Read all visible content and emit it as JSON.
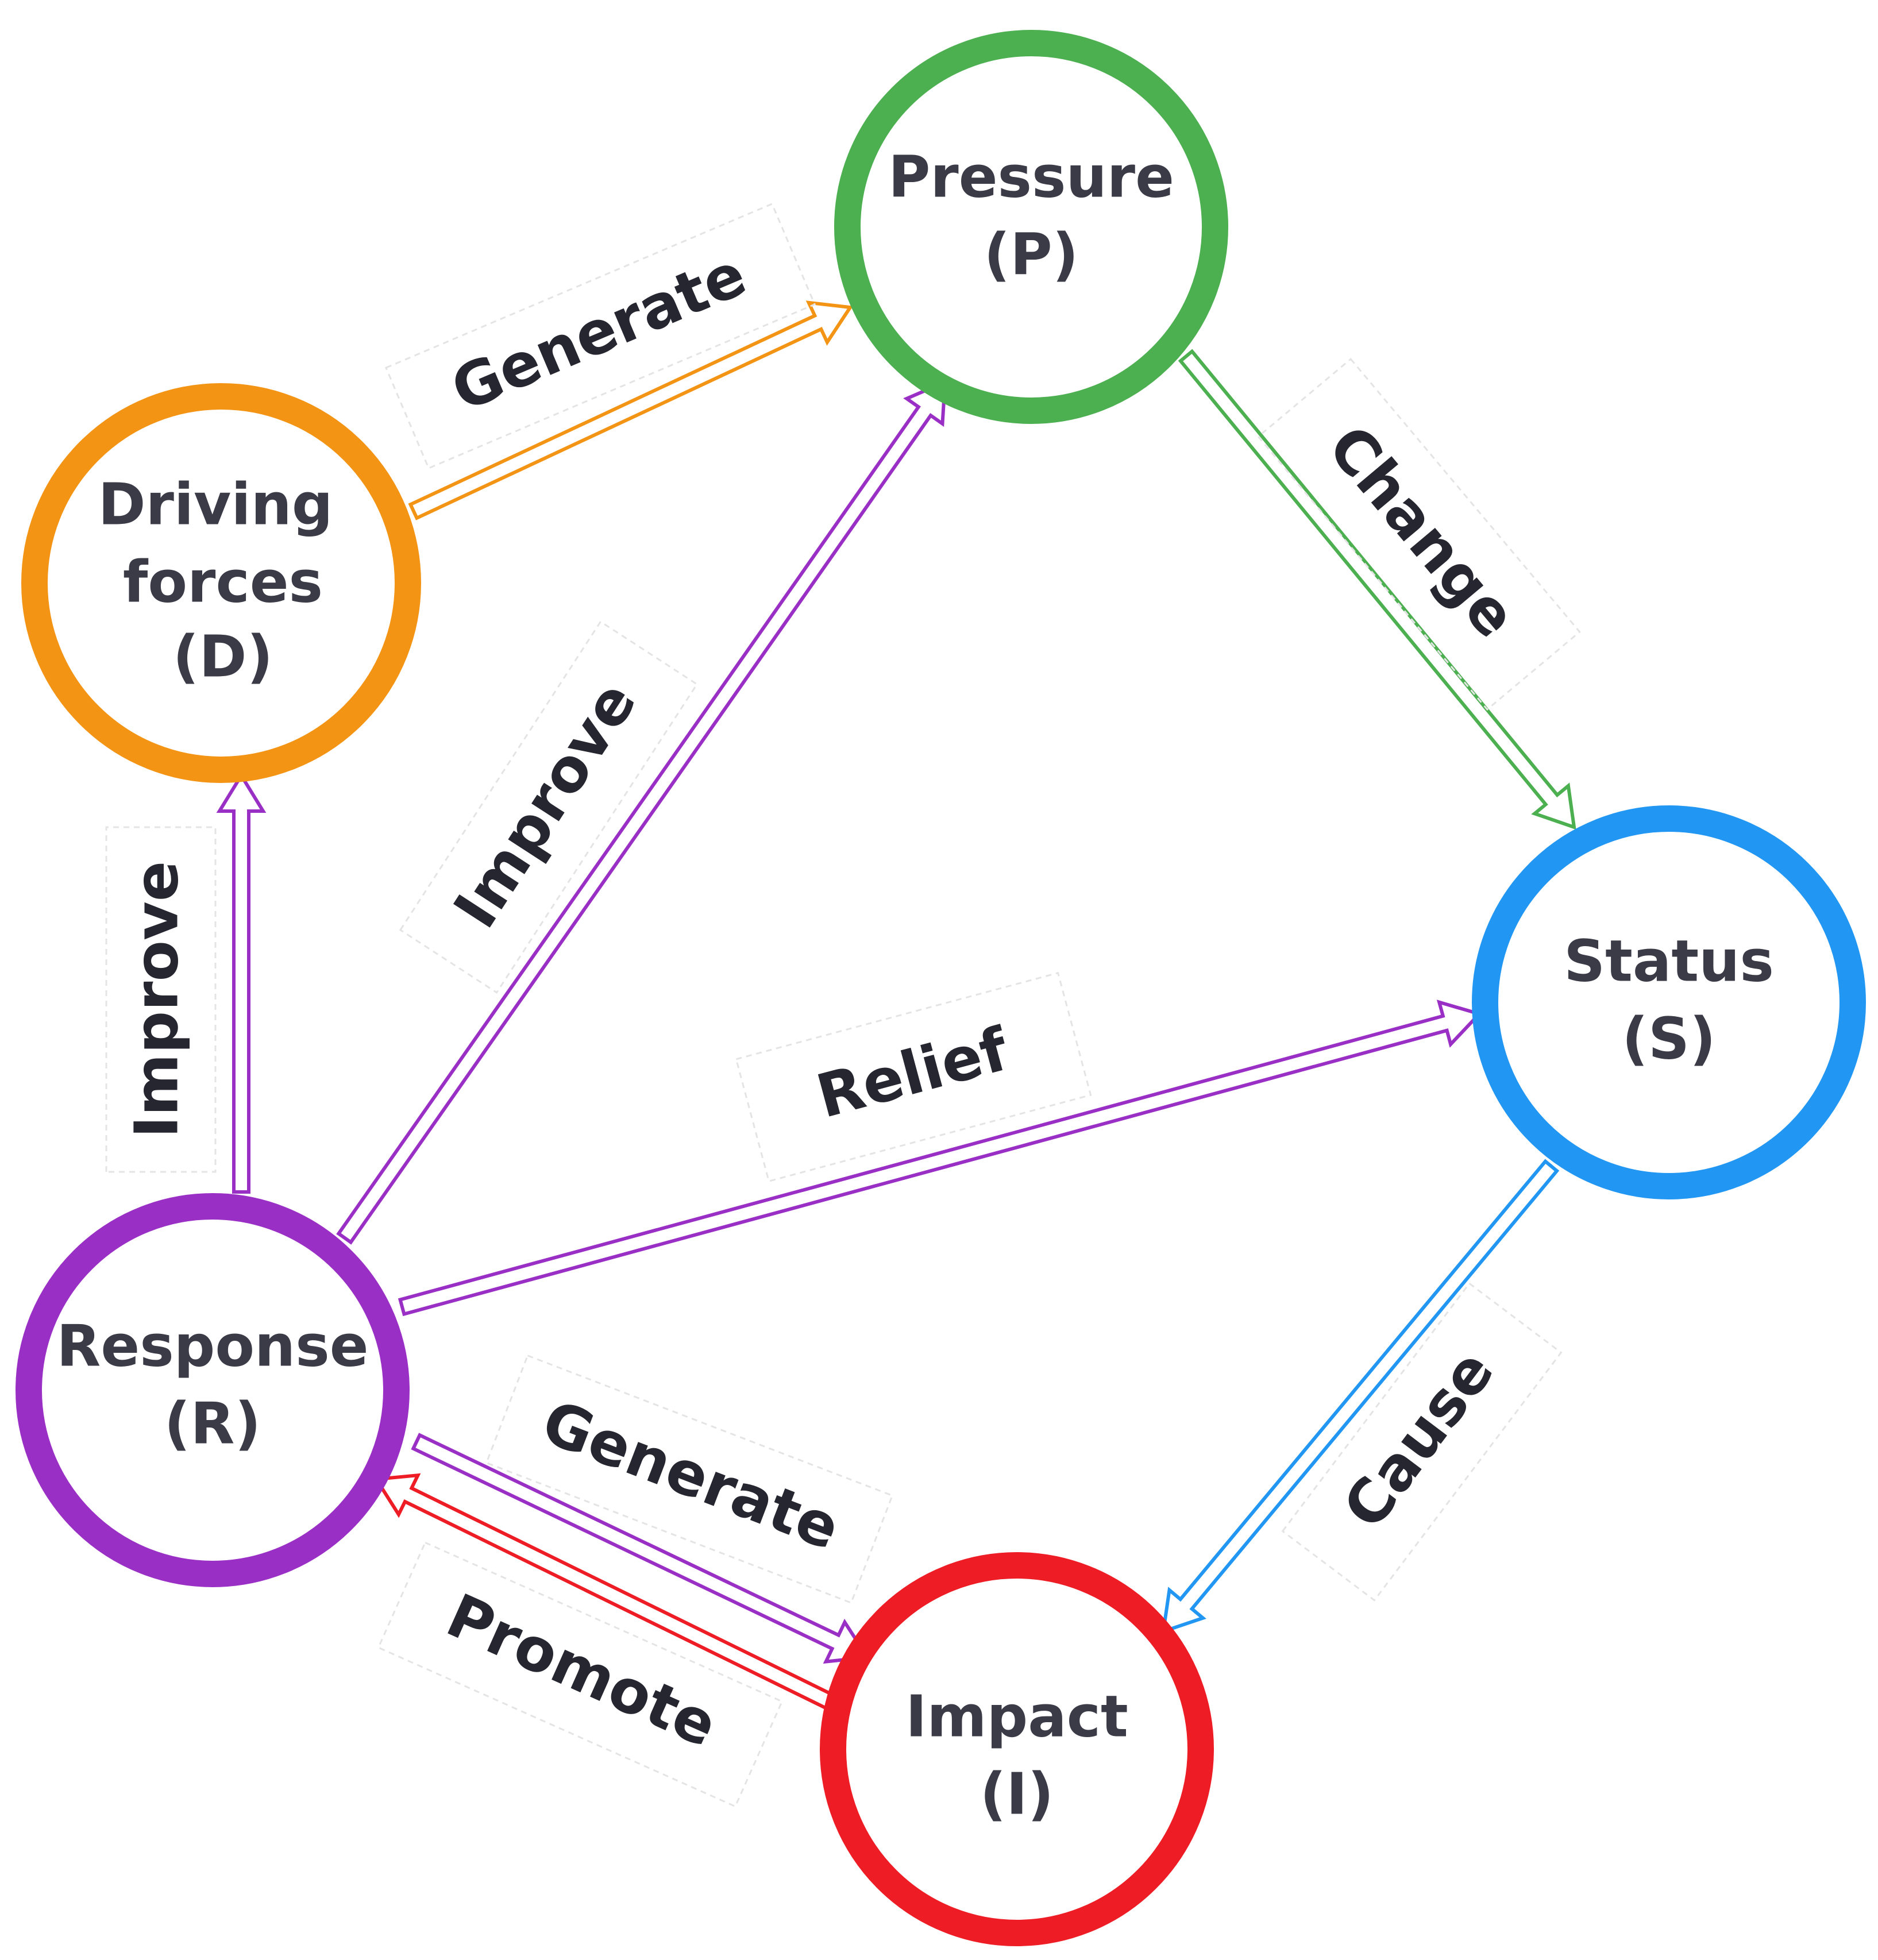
{
  "colors": {
    "D": "#f39415",
    "P": "#4caf50",
    "S": "#2196f3",
    "I": "#ee1c25",
    "R": "#9a2fc5",
    "text": "#3b3b48"
  },
  "nodes": [
    {
      "id": "P",
      "color_key": "P",
      "lines": [
        "Pressure",
        "(P)"
      ]
    },
    {
      "id": "D",
      "color_key": "D",
      "lines": [
        "Driving",
        "forces",
        "(D)"
      ]
    },
    {
      "id": "S",
      "color_key": "S",
      "lines": [
        "Status",
        "(S)"
      ]
    },
    {
      "id": "R",
      "color_key": "R",
      "lines": [
        "Response",
        "(R)"
      ]
    },
    {
      "id": "I",
      "color_key": "I",
      "lines": [
        "Impact",
        "(I)"
      ]
    }
  ],
  "edges": [
    {
      "id": "d-to-p",
      "from": "D",
      "to": "P",
      "label": "Generate",
      "color_key": "D"
    },
    {
      "id": "p-to-s",
      "from": "P",
      "to": "S",
      "label": "Change",
      "color_key": "P"
    },
    {
      "id": "s-to-i",
      "from": "S",
      "to": "I",
      "label": "Cause",
      "color_key": "S"
    },
    {
      "id": "r-to-i",
      "from": "R",
      "to": "I",
      "label": "Generate",
      "color_key": "R"
    },
    {
      "id": "i-to-r",
      "from": "I",
      "to": "R",
      "label": "Promote",
      "color_key": "I"
    },
    {
      "id": "r-to-d",
      "from": "R",
      "to": "D",
      "label": "Improve",
      "color_key": "R"
    },
    {
      "id": "r-to-p",
      "from": "R",
      "to": "P",
      "label": "Improve",
      "color_key": "R"
    },
    {
      "id": "r-to-s",
      "from": "R",
      "to": "S",
      "label": "Relief",
      "color_key": "R"
    }
  ]
}
